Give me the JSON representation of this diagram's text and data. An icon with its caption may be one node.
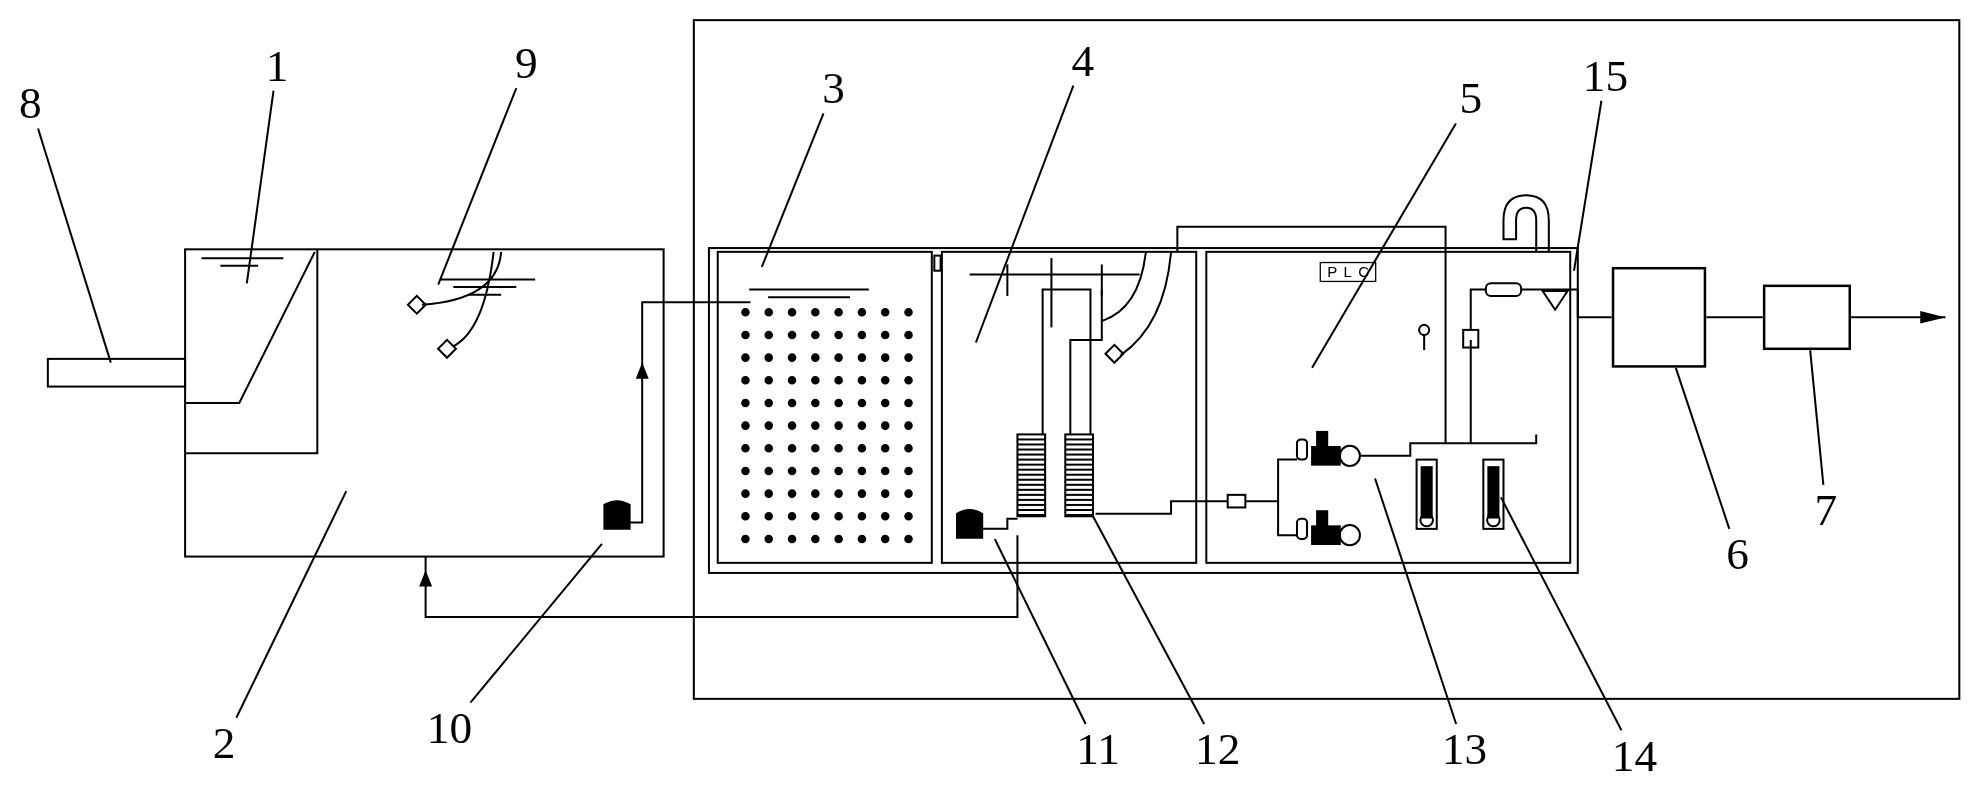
{
  "diagram": {
    "nodes": [
      {
        "text": [
          "8"
        ]
      },
      {
        "text": [
          "1"
        ]
      },
      {
        "text": [
          "9"
        ]
      },
      {
        "text": [
          "3"
        ]
      },
      {
        "text": [
          "4"
        ]
      },
      {
        "text": [
          "5"
        ]
      },
      {
        "text": [
          "15"
        ]
      },
      {
        "text": [
          "2"
        ]
      },
      {
        "text": [
          "10"
        ]
      },
      {
        "text": [
          "11"
        ]
      },
      {
        "text": [
          "12"
        ]
      },
      {
        "text": [
          "13"
        ]
      },
      {
        "text": [
          "14"
        ]
      },
      {
        "text": [
          "6"
        ]
      },
      {
        "text": [
          "7"
        ]
      },
      {
        "text": [],
        "shape": "box"
      },
      {
        "text": [],
        "shape": "box"
      }
    ],
    "edges": [
      {
        "from": 0,
        "to": null,
        "arrow": "none"
      },
      {
        "from": 1,
        "to": null,
        "arrow": "none"
      },
      {
        "from": 2,
        "to": null,
        "arrow": "none"
      },
      {
        "from": 3,
        "to": null,
        "arrow": "none"
      },
      {
        "from": 4,
        "to": null,
        "arrow": "none"
      },
      {
        "from": 5,
        "to": null,
        "arrow": "none"
      },
      {
        "from": 6,
        "to": null,
        "arrow": "none"
      },
      {
        "from": 7,
        "to": null,
        "arrow": "none"
      },
      {
        "from": 8,
        "to": null,
        "arrow": "none"
      },
      {
        "from": 9,
        "to": null,
        "arrow": "none"
      },
      {
        "from": 10,
        "to": null,
        "arrow": "none"
      },
      {
        "from": 11,
        "to": null,
        "arrow": "none"
      },
      {
        "from": 12,
        "to": null,
        "arrow": "none"
      },
      {
        "from": 13,
        "to": 15,
        "arrow": "none"
      },
      {
        "from": 14,
        "to": 16,
        "arrow": "none"
      },
      {
        "from": null,
        "to": 15,
        "arrow": "none"
      },
      {
        "from": 15,
        "to": 16,
        "arrow": "none"
      },
      {
        "from": 16,
        "to": null,
        "arrow": "to"
      }
    ],
    "labels": [
      "PLC"
    ]
  }
}
